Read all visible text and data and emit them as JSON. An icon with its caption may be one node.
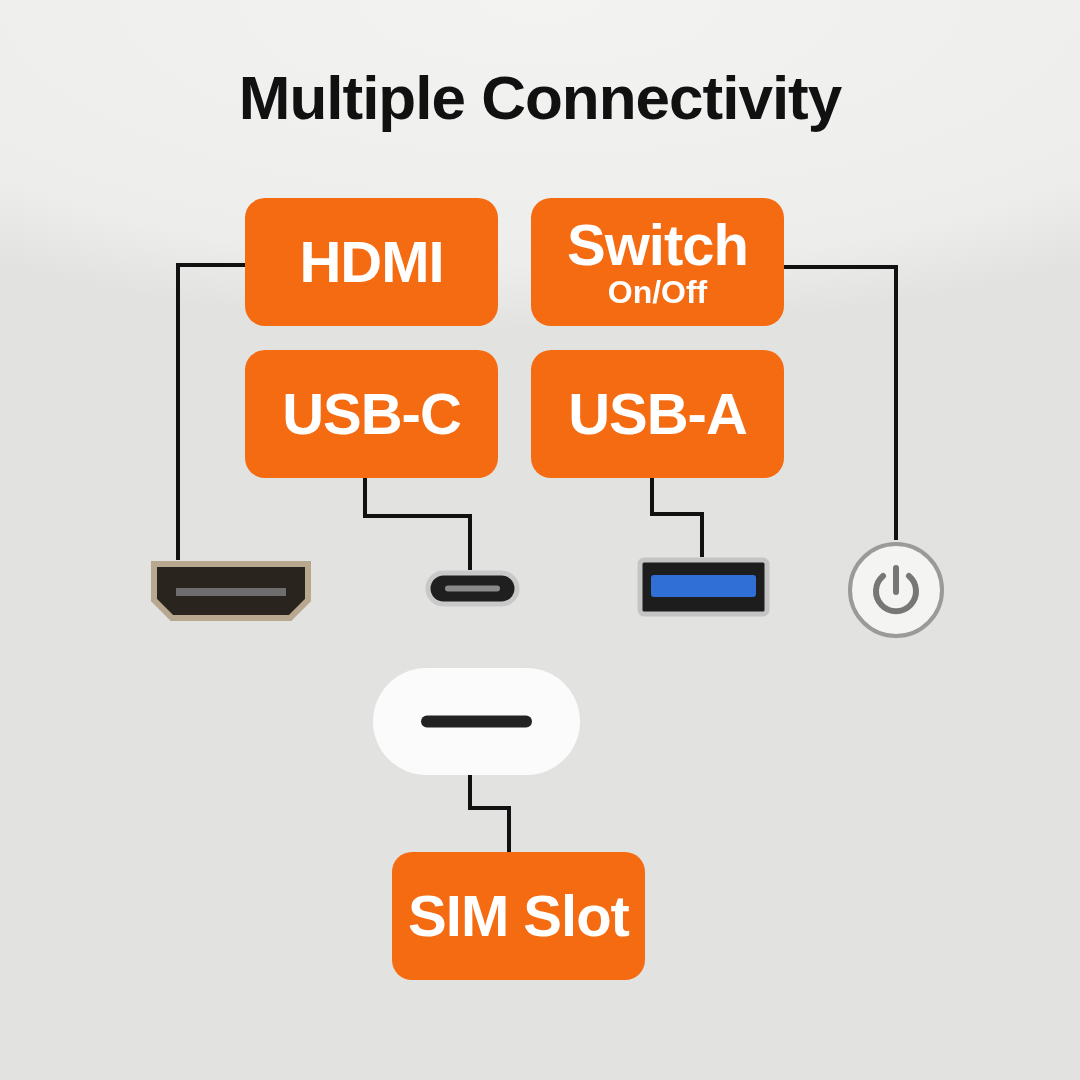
{
  "diagram": {
    "title": "Multiple Connectivity",
    "nodes": [
      {
        "text": [
          "HDMI"
        ]
      },
      {
        "text": [
          "Switch",
          "On/Off"
        ]
      },
      {
        "text": [
          "USB-C"
        ]
      },
      {
        "text": [
          "USB-A"
        ]
      },
      {
        "text": [
          "SIM Slot"
        ]
      },
      {
        "text": [],
        "shape": "picture"
      },
      {
        "text": [],
        "shape": "picture"
      },
      {
        "text": [],
        "shape": "picture"
      },
      {
        "text": [],
        "shape": "picture"
      },
      {
        "text": [],
        "shape": "picture"
      }
    ],
    "edges": [
      {
        "from": 0,
        "to": 5,
        "arrow": "none"
      },
      {
        "from": 1,
        "to": 8,
        "arrow": "none"
      },
      {
        "from": 2,
        "to": 6,
        "arrow": "none"
      },
      {
        "from": 3,
        "to": 7,
        "arrow": "none"
      },
      {
        "from": 4,
        "to": 9,
        "arrow": "none"
      }
    ]
  }
}
